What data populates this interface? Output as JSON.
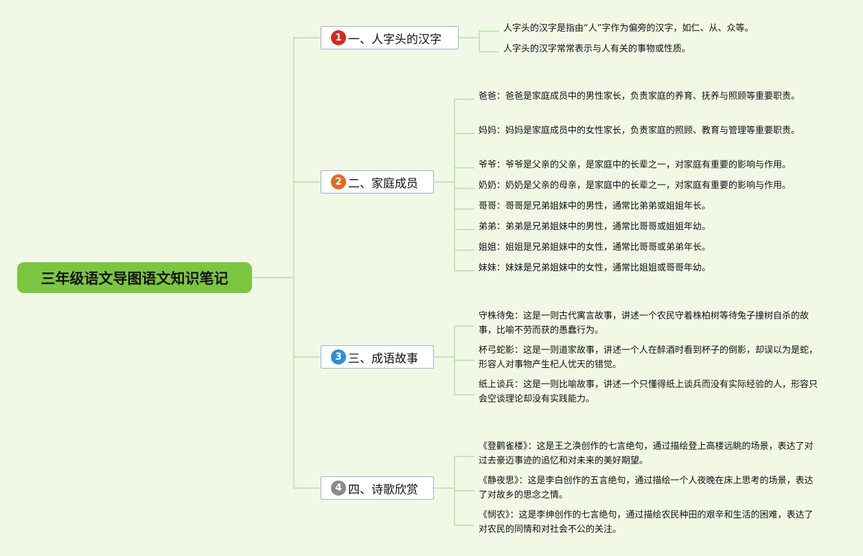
{
  "root": {
    "label": "三年级语文导图语文知识笔记"
  },
  "colors": {
    "background": "#f1f8e6",
    "root": "#7cc63f",
    "connector": "#b6dfa1",
    "box_border": "#9ab4cc",
    "badge_1": "#d8291c",
    "badge_2": "#e8681c",
    "badge_3": "#2b8fd9",
    "badge_4": "#8a8a8a"
  },
  "branches": [
    {
      "badge": "1",
      "label": "一、人字头的汉字",
      "items": [
        "人字头的汉字是指由“人”字作为偏旁的汉字，如仁、从、众等。",
        "人字头的汉字常常表示与人有关的事物或性质。"
      ]
    },
    {
      "badge": "2",
      "label": "二、家庭成员",
      "items": [
        "爸爸：爸爸是家庭成员中的男性家长，负责家庭的养育、抚养与照顾等重要职责。",
        "妈妈：妈妈是家庭成员中的女性家长，负责家庭的照顾、教育与管理等重要职责。",
        "爷爷：爷爷是父亲的父亲，是家庭中的长辈之一，对家庭有重要的影响与作用。",
        "奶奶：奶奶是父亲的母亲，是家庭中的长辈之一，对家庭有重要的影响与作用。",
        "哥哥：哥哥是兄弟姐妹中的男性，通常比弟弟或姐姐年长。",
        "弟弟：弟弟是兄弟姐妹中的男性，通常比哥哥或姐姐年幼。",
        "姐姐：姐姐是兄弟姐妹中的女性，通常比哥哥或弟弟年长。",
        "妹妹：妹妹是兄弟姐妹中的女性，通常比姐姐或哥哥年幼。"
      ]
    },
    {
      "badge": "3",
      "label": "三、成语故事",
      "items": [
        "守株待兔：这是一则古代寓言故事，讲述一个农民守着株柏树等待兔子撞树自杀的故事，比喻不劳而获的愚蠢行为。",
        "杯弓蛇影：这是一则道家故事，讲述一个人在醉酒时看到杯子的倒影，却误以为是蛇，形容人对事物产生杞人忧天的错觉。",
        "纸上谈兵：这是一则比喻故事，讲述一个只懂得纸上谈兵而没有实际经验的人，形容只会空谈理论却没有实践能力。"
      ]
    },
    {
      "badge": "4",
      "label": "四、诗歌欣赏",
      "items": [
        "《登鹳雀楼》：这是王之涣创作的七言绝句，通过描绘登上高楼远眺的场景，表达了对过去豪迈事迹的追忆和对未来的美好期望。",
        "《静夜思》：这是李白创作的五言绝句，通过描绘一个人夜晚在床上思考的场景，表达了对故乡的思念之情。",
        "《悯农》：这是李绅创作的七言绝句，通过描绘农民种田的艰辛和生活的困难，表达了对农民的同情和对社会不公的关注。"
      ]
    }
  ]
}
